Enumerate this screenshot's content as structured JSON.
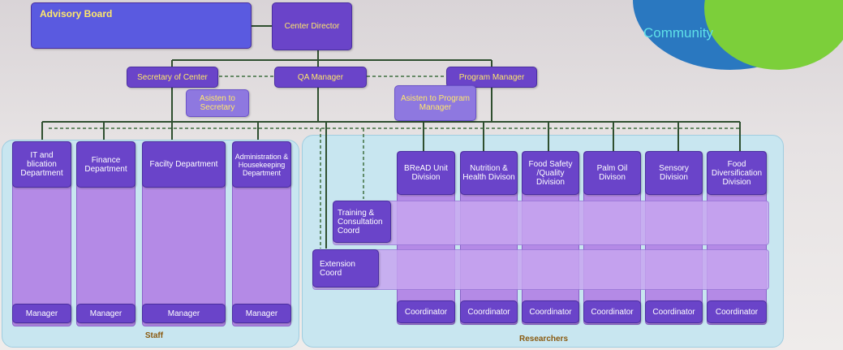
{
  "top": {
    "advisory_board": "Advisory Board",
    "center_director": "Center Director",
    "secretary": "Secretary of Center",
    "qa_manager": "QA Manager",
    "program_manager": "Program Manager",
    "asisten_secretary": "Asisten to Secretary",
    "asisten_program": "Asisten to Program Manager"
  },
  "community_label": "Community",
  "staff": {
    "label": "Staff",
    "departments": [
      "IT and blication Department",
      "Finance Department",
      "Facilty Department",
      "Administration & Housekeeping Department"
    ],
    "role": "Manager"
  },
  "researchers": {
    "label": "Researchers",
    "divisions": [
      "BReAD Unit Division",
      "Nutrition & Health Divison",
      "Food Safety /Quality Division",
      "Palm Oil Divison",
      "Sensory Division",
      "Food Diversification Division"
    ],
    "role": "Coordinator",
    "training": "Training & Consultation Coord",
    "extension": "Extension Coord"
  },
  "colors": {
    "box": "#6a44c9",
    "column": "#b48ae6",
    "panel": "#c8e6f0",
    "connector": "#2f4f2f",
    "highlight_text": "#ffe86a"
  }
}
